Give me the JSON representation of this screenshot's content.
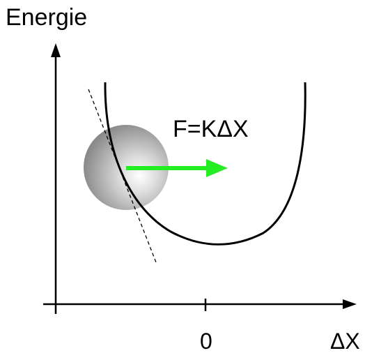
{
  "diagram": {
    "y_axis_label": "Energie",
    "x_axis_label": "ΔX",
    "origin_tick_label": "0",
    "force_label": "F=KΔX"
  },
  "colors": {
    "axis": "#000000",
    "curve": "#000000",
    "tangent": "#000000",
    "arrow": "#22ee22",
    "ball_light": "#ffffff",
    "ball_dark": "#8c8c8c"
  },
  "icons": {
    "ball": "shaded-sphere",
    "force_arrow": "arrow-right"
  }
}
